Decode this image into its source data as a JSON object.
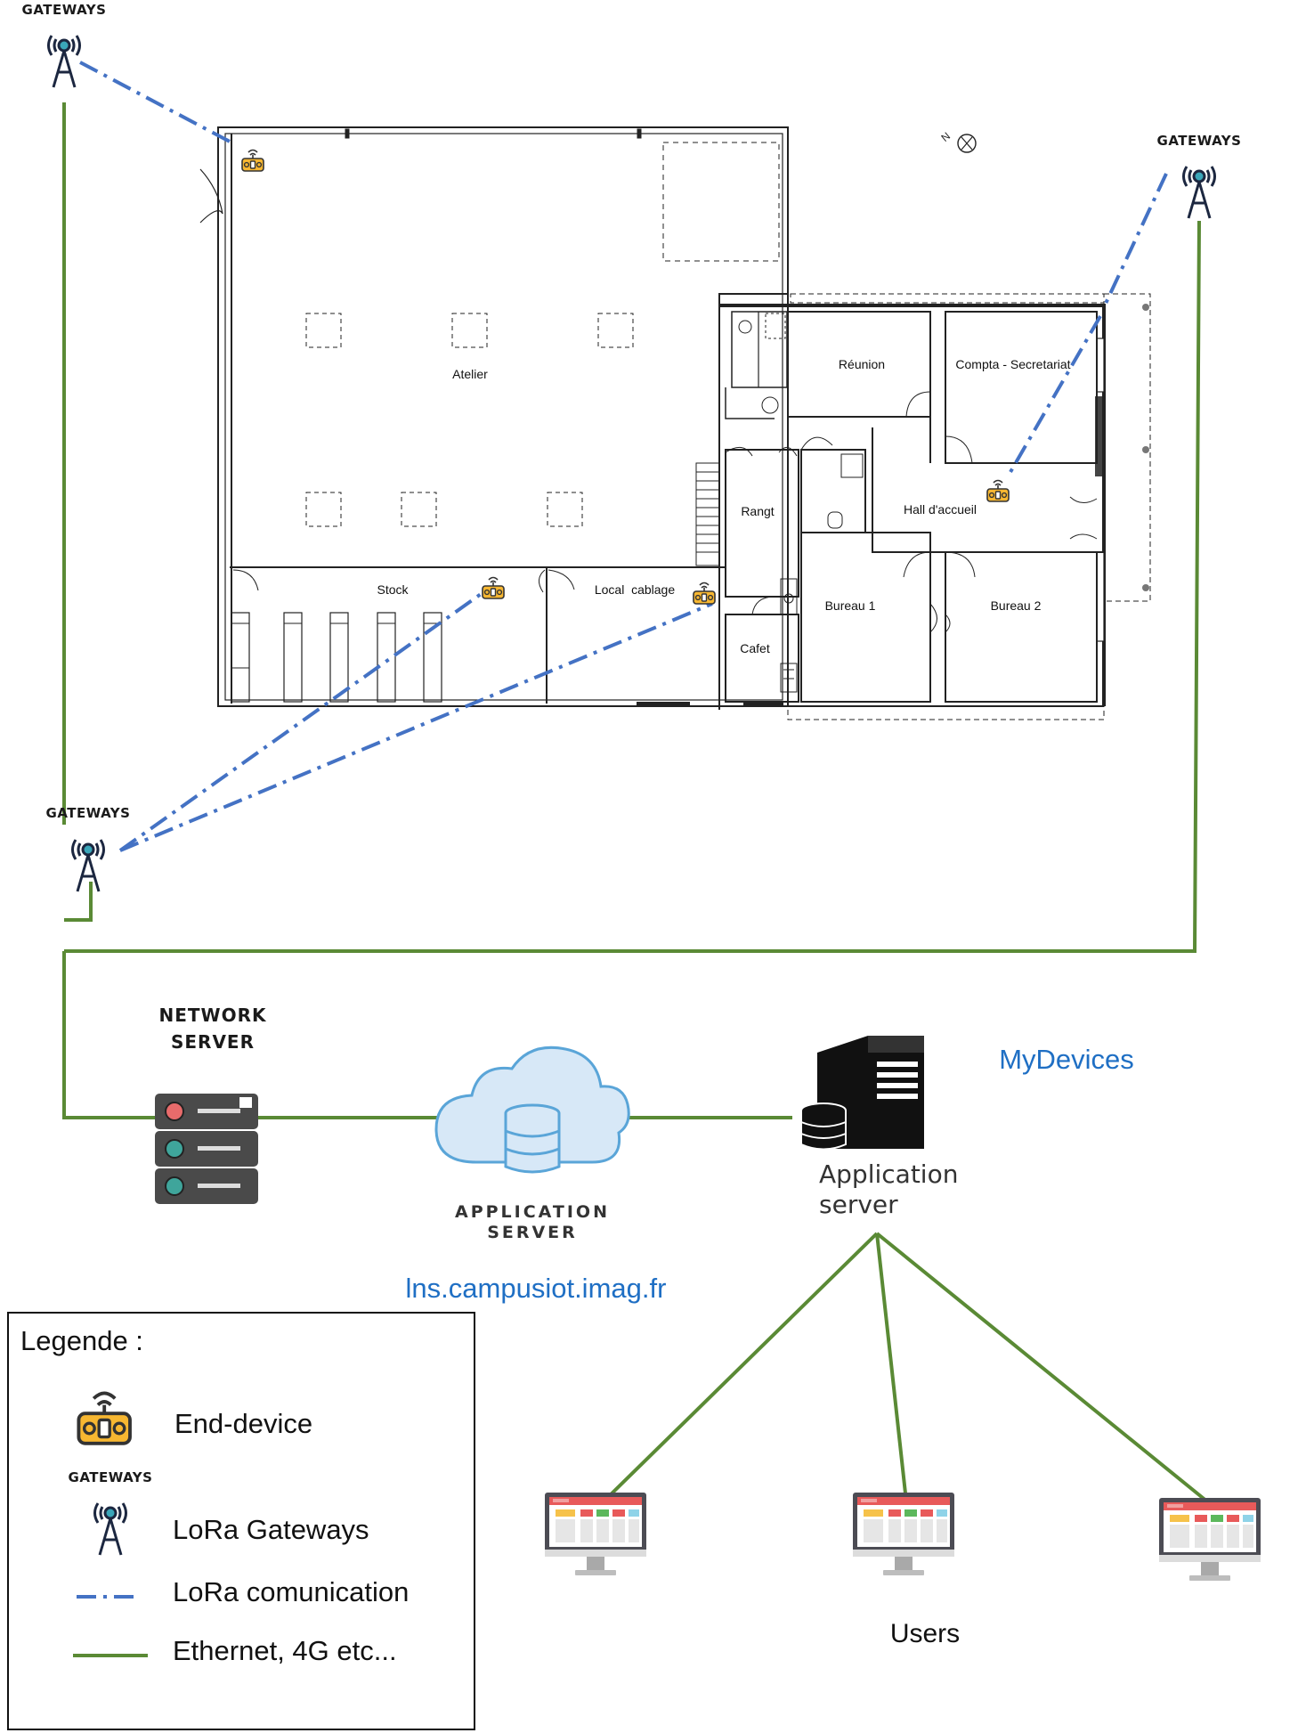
{
  "gateways": {
    "label": "GATEWAYS"
  },
  "rooms": {
    "atelier": "Atelier",
    "stock": "Stock",
    "local_cablage": "Local  cablage",
    "rangt": "Rangt",
    "cafet": "Cafet",
    "reunion": "Réunion",
    "compta": "Compta - Secretariat",
    "hall": "Hall d'accueil",
    "bureau1": "Bureau 1",
    "bureau2": "Bureau 2"
  },
  "network_server": {
    "line1": "NETWORK",
    "line2": "SERVER"
  },
  "application_server_cloud": {
    "line1": "APPLICATION",
    "line2": "SERVER",
    "url": "lns.campusiot.imag.fr"
  },
  "mydevices": {
    "label": "MyDevices",
    "line1": "Application",
    "line2": "server"
  },
  "users": {
    "label": "Users"
  },
  "legend": {
    "title": "Legende :",
    "end_device": "End-device",
    "gateway_caption": "GATEWAYS",
    "gateways": "LoRa Gateways",
    "lora": "LoRa comunication",
    "ethernet": "Ethernet, 4G etc..."
  },
  "colors": {
    "lora_line": "#4472c4",
    "ethernet_line": "#5a8a35",
    "end_device": "#f7b731",
    "accent_blue": "#1f6fc4",
    "screen_header": "#e85a5a"
  }
}
